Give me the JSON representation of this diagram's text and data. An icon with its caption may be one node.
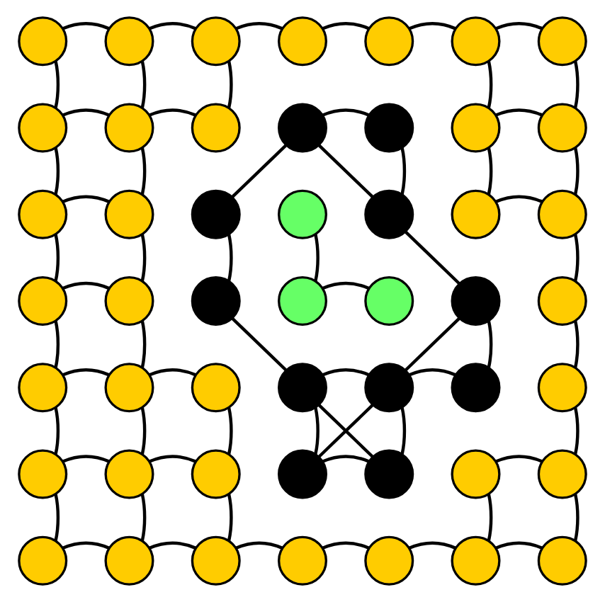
{
  "diagram": {
    "nodes": [
      {
        "text": [],
        "shape": "circle"
      },
      {
        "text": [],
        "shape": "circle"
      },
      {
        "text": [],
        "shape": "circle"
      },
      {
        "text": [],
        "shape": "circle"
      },
      {
        "text": [],
        "shape": "circle"
      },
      {
        "text": [],
        "shape": "circle"
      },
      {
        "text": [],
        "shape": "circle"
      },
      {
        "text": [],
        "shape": "circle"
      },
      {
        "text": [],
        "shape": "circle"
      },
      {
        "text": [],
        "shape": "circle"
      },
      {
        "text": [],
        "shape": "circle"
      },
      {
        "text": [],
        "shape": "circle"
      },
      {
        "text": [],
        "shape": "circle"
      },
      {
        "text": [],
        "shape": "circle"
      },
      {
        "text": [],
        "shape": "circle"
      },
      {
        "text": [],
        "shape": "circle"
      },
      {
        "text": [],
        "shape": "circle"
      },
      {
        "text": [],
        "shape": "circle"
      },
      {
        "text": [],
        "shape": "circle"
      },
      {
        "text": [],
        "shape": "circle"
      },
      {
        "text": [],
        "shape": "circle"
      },
      {
        "text": [],
        "shape": "circle"
      },
      {
        "text": [],
        "shape": "circle"
      },
      {
        "text": [],
        "shape": "circle"
      },
      {
        "text": [],
        "shape": "circle"
      },
      {
        "text": [],
        "shape": "circle"
      },
      {
        "text": [],
        "shape": "circle"
      },
      {
        "text": [],
        "shape": "circle"
      },
      {
        "text": [],
        "shape": "circle"
      },
      {
        "text": [],
        "shape": "circle"
      },
      {
        "text": [],
        "shape": "circle"
      },
      {
        "text": [],
        "shape": "circle"
      },
      {
        "text": [],
        "shape": "circle"
      },
      {
        "text": [],
        "shape": "circle"
      },
      {
        "text": [],
        "shape": "circle"
      },
      {
        "text": [],
        "shape": "circle"
      },
      {
        "text": [],
        "shape": "circle"
      },
      {
        "text": [],
        "shape": "circle"
      },
      {
        "text": [],
        "shape": "circle"
      },
      {
        "text": [],
        "shape": "circle"
      },
      {
        "text": [],
        "shape": "circle"
      },
      {
        "text": [],
        "shape": "circle"
      },
      {
        "text": [],
        "shape": "circle"
      },
      {
        "text": [],
        "shape": "circle"
      },
      {
        "text": [],
        "shape": "circle"
      },
      {
        "text": [],
        "shape": "circle"
      },
      {
        "text": [],
        "shape": "circle"
      },
      {
        "text": [],
        "shape": "circle"
      },
      {
        "text": [],
        "shape": "circle"
      }
    ],
    "edges": [
      {
        "from": 0,
        "to": 1,
        "arrow": "none"
      },
      {
        "from": 1,
        "to": 2,
        "arrow": "none"
      },
      {
        "from": 2,
        "to": 3,
        "arrow": "none"
      },
      {
        "from": 3,
        "to": 4,
        "arrow": "none"
      },
      {
        "from": 4,
        "to": 5,
        "arrow": "none"
      },
      {
        "from": 5,
        "to": 6,
        "arrow": "none"
      },
      {
        "from": 0,
        "to": 7,
        "arrow": "none"
      },
      {
        "from": 1,
        "to": 8,
        "arrow": "none"
      },
      {
        "from": 2,
        "to": 9,
        "arrow": "none"
      },
      {
        "from": 5,
        "to": 12,
        "arrow": "none"
      },
      {
        "from": 6,
        "to": 13,
        "arrow": "none"
      },
      {
        "from": 7,
        "to": 8,
        "arrow": "none"
      },
      {
        "from": 8,
        "to": 9,
        "arrow": "none"
      },
      {
        "from": 10,
        "to": 11,
        "arrow": "none"
      },
      {
        "from": 12,
        "to": 13,
        "arrow": "none"
      },
      {
        "from": 7,
        "to": 14,
        "arrow": "none"
      },
      {
        "from": 8,
        "to": 15,
        "arrow": "none"
      },
      {
        "from": 11,
        "to": 18,
        "arrow": "none"
      },
      {
        "from": 12,
        "to": 19,
        "arrow": "none"
      },
      {
        "from": 13,
        "to": 20,
        "arrow": "none"
      },
      {
        "from": 10,
        "to": 16,
        "arrow": "none"
      },
      {
        "from": 10,
        "to": 18,
        "arrow": "none"
      },
      {
        "from": 18,
        "to": 26,
        "arrow": "none"
      },
      {
        "from": 14,
        "to": 15,
        "arrow": "none"
      },
      {
        "from": 19,
        "to": 20,
        "arrow": "none"
      },
      {
        "from": 14,
        "to": 21,
        "arrow": "none"
      },
      {
        "from": 15,
        "to": 22,
        "arrow": "none"
      },
      {
        "from": 16,
        "to": 23,
        "arrow": "none"
      },
      {
        "from": 17,
        "to": 24,
        "arrow": "none"
      },
      {
        "from": 20,
        "to": 27,
        "arrow": "none"
      },
      {
        "from": 21,
        "to": 22,
        "arrow": "none"
      },
      {
        "from": 24,
        "to": 25,
        "arrow": "none"
      },
      {
        "from": 23,
        "to": 31,
        "arrow": "none"
      },
      {
        "from": 26,
        "to": 32,
        "arrow": "none"
      },
      {
        "from": 21,
        "to": 28,
        "arrow": "none"
      },
      {
        "from": 22,
        "to": 29,
        "arrow": "none"
      },
      {
        "from": 26,
        "to": 33,
        "arrow": "none"
      },
      {
        "from": 27,
        "to": 34,
        "arrow": "none"
      },
      {
        "from": 28,
        "to": 29,
        "arrow": "none"
      },
      {
        "from": 29,
        "to": 30,
        "arrow": "none"
      },
      {
        "from": 31,
        "to": 32,
        "arrow": "none"
      },
      {
        "from": 32,
        "to": 33,
        "arrow": "none"
      },
      {
        "from": 28,
        "to": 35,
        "arrow": "none"
      },
      {
        "from": 29,
        "to": 36,
        "arrow": "none"
      },
      {
        "from": 30,
        "to": 37,
        "arrow": "none"
      },
      {
        "from": 31,
        "to": 38,
        "arrow": "none"
      },
      {
        "from": 32,
        "to": 39,
        "arrow": "none"
      },
      {
        "from": 34,
        "to": 41,
        "arrow": "none"
      },
      {
        "from": 31,
        "to": 39,
        "arrow": "none"
      },
      {
        "from": 32,
        "to": 38,
        "arrow": "none"
      },
      {
        "from": 35,
        "to": 36,
        "arrow": "none"
      },
      {
        "from": 36,
        "to": 37,
        "arrow": "none"
      },
      {
        "from": 38,
        "to": 39,
        "arrow": "none"
      },
      {
        "from": 40,
        "to": 41,
        "arrow": "none"
      },
      {
        "from": 35,
        "to": 42,
        "arrow": "none"
      },
      {
        "from": 36,
        "to": 43,
        "arrow": "none"
      },
      {
        "from": 37,
        "to": 44,
        "arrow": "none"
      },
      {
        "from": 40,
        "to": 47,
        "arrow": "none"
      },
      {
        "from": 41,
        "to": 48,
        "arrow": "none"
      },
      {
        "from": 42,
        "to": 43,
        "arrow": "none"
      },
      {
        "from": 43,
        "to": 44,
        "arrow": "none"
      },
      {
        "from": 44,
        "to": 45,
        "arrow": "none"
      },
      {
        "from": 45,
        "to": 46,
        "arrow": "none"
      },
      {
        "from": 46,
        "to": 47,
        "arrow": "none"
      },
      {
        "from": 47,
        "to": 48,
        "arrow": "none"
      }
    ]
  }
}
